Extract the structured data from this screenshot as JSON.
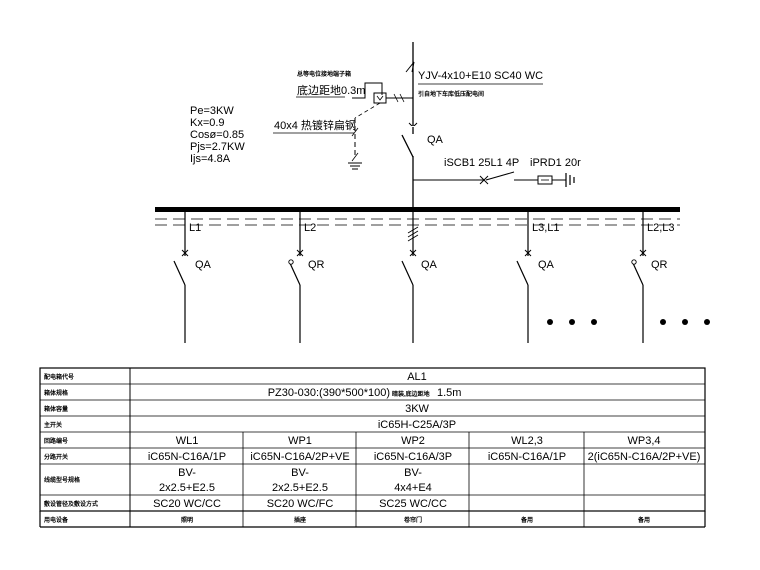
{
  "top": {
    "note_line1": "总等电位接地端子箱",
    "note_line2": "底边距地0.3m",
    "cable": "YJV-4x10+E10  SC40  WC",
    "cable_note": "引自地下车库低压配电间",
    "qa": "QA",
    "flat_bar": "40x4 热镀锌扁钢",
    "spd": "iSCB1  25L1  4P",
    "iprd": "iPRD1  20r"
  },
  "params": [
    "Pe=3KW",
    "Kx=0.9",
    "Cosø=0.85",
    "Pjs=2.7KW",
    "Ijs=4.8A"
  ],
  "branches": [
    {
      "phase": "L1",
      "switch": "QA"
    },
    {
      "phase": "L2",
      "switch": "QR"
    },
    {
      "phase": "",
      "switch": "QA"
    },
    {
      "phase": "L3,L1",
      "switch": "QA"
    },
    {
      "phase": "L2,L3",
      "switch": "QR"
    }
  ],
  "table": {
    "labels": [
      "配电箱代号",
      "箱体规格",
      "箱体容量",
      "主开关",
      "回路编号",
      "分路开关",
      "线缆型号规格",
      "敷设管径及敷设方式",
      "用电设备"
    ],
    "box_code": "AL1",
    "box_spec_a": "PZ30-030:(390*500*100)",
    "box_spec_b": "暗装,底边距地",
    "box_spec_c": "1.5m",
    "capacity": "3KW",
    "main_switch": "iC65H-C25A/3P",
    "circuits": [
      {
        "code": "WL1",
        "switch": "iC65N-C16A/1P",
        "cable1": "BV-",
        "cable2": "2x2.5+E2.5",
        "conduit": "SC20  WC/CC",
        "device": "照明"
      },
      {
        "code": "WP1",
        "switch": "iC65N-C16A/2P+VE",
        "cable1": "BV-",
        "cable2": "2x2.5+E2.5",
        "conduit": "SC20  WC/FC",
        "device": "插座"
      },
      {
        "code": "WP2",
        "switch": "iC65N-C16A/3P",
        "cable1": "BV-",
        "cable2": "4x4+E4",
        "conduit": "SC25  WC/CC",
        "device": "卷帘门"
      },
      {
        "code": "WL2,3",
        "switch": "iC65N-C16A/1P",
        "cable1": "",
        "cable2": "",
        "conduit": "",
        "device": "备用"
      },
      {
        "code": "WP3,4",
        "switch": "2(iC65N-C16A/2P+VE)",
        "cable1": "",
        "cable2": "",
        "conduit": "",
        "device": "备用"
      }
    ]
  }
}
